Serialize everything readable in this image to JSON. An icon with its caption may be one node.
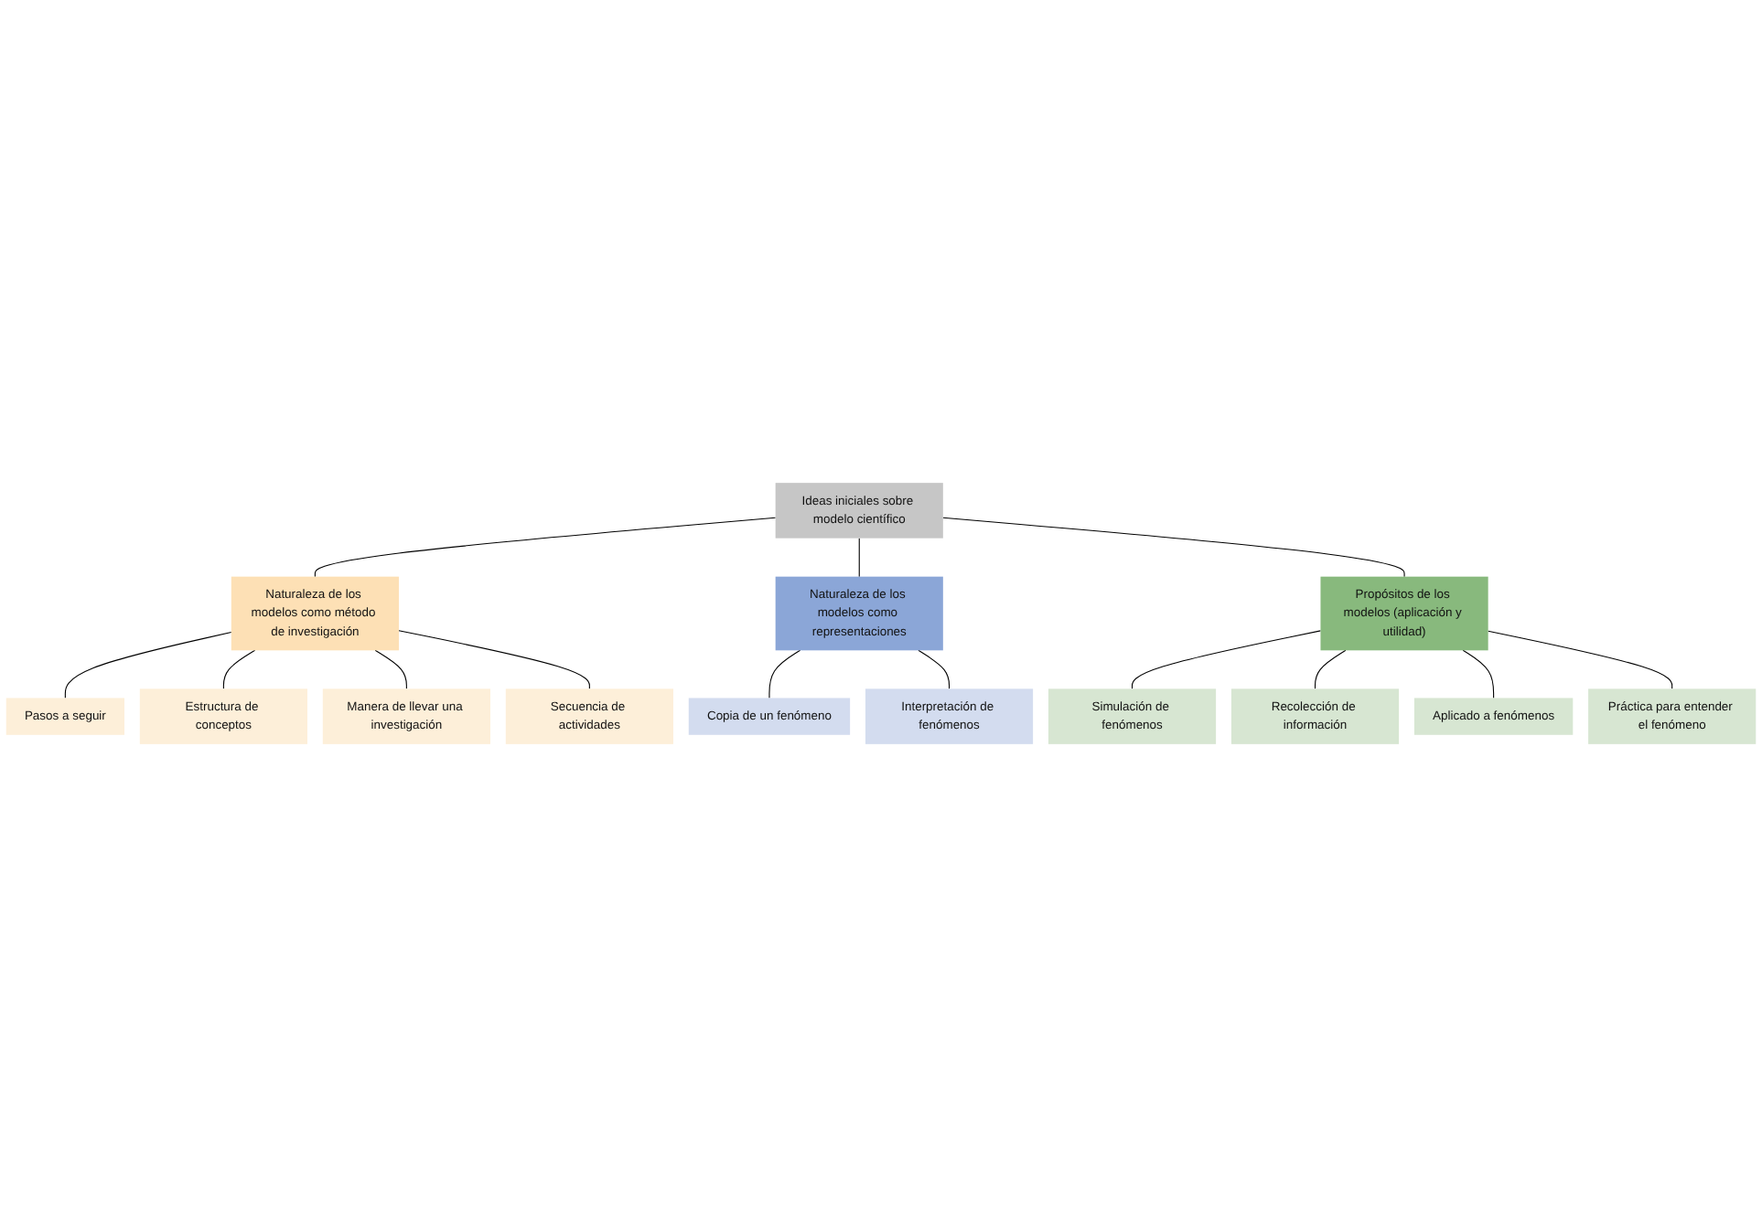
{
  "diagram": {
    "nodes": [
      {
        "text": [
          "Ideas iniciales sobre modelo científico"
        ]
      },
      {
        "text": [
          "Naturaleza de los modelos como método de investigación"
        ]
      },
      {
        "text": [
          "Naturaleza de los modelos como representaciones"
        ]
      },
      {
        "text": [
          "Propósitos de los modelos (aplicación y utilidad)"
        ]
      },
      {
        "text": [
          "Pasos a seguir"
        ]
      },
      {
        "text": [
          "Estructura de conceptos"
        ]
      },
      {
        "text": [
          "Manera de llevar una investigación"
        ]
      },
      {
        "text": [
          "Secuencia de actividades"
        ]
      },
      {
        "text": [
          "Copia de un fenómeno"
        ]
      },
      {
        "text": [
          "Interpretación de fenómenos"
        ]
      },
      {
        "text": [
          "Simulación de fenómenos"
        ]
      },
      {
        "text": [
          "Recolección de información"
        ]
      },
      {
        "text": [
          "Aplicado a fenómenos"
        ]
      },
      {
        "text": [
          "Práctica para entender el fenómeno"
        ]
      }
    ],
    "edges": [
      {
        "from": 0,
        "to": 1,
        "arrow": "none"
      },
      {
        "from": 0,
        "to": 2,
        "arrow": "none"
      },
      {
        "from": 0,
        "to": 3,
        "arrow": "none"
      },
      {
        "from": 1,
        "to": 4,
        "arrow": "none"
      },
      {
        "from": 1,
        "to": 5,
        "arrow": "none"
      },
      {
        "from": 1,
        "to": 6,
        "arrow": "none"
      },
      {
        "from": 1,
        "to": 7,
        "arrow": "none"
      },
      {
        "from": 2,
        "to": 8,
        "arrow": "none"
      },
      {
        "from": 2,
        "to": 9,
        "arrow": "none"
      },
      {
        "from": 3,
        "to": 10,
        "arrow": "none"
      },
      {
        "from": 3,
        "to": 11,
        "arrow": "none"
      },
      {
        "from": 3,
        "to": 12,
        "arrow": "none"
      },
      {
        "from": 3,
        "to": 13,
        "arrow": "none"
      }
    ]
  }
}
